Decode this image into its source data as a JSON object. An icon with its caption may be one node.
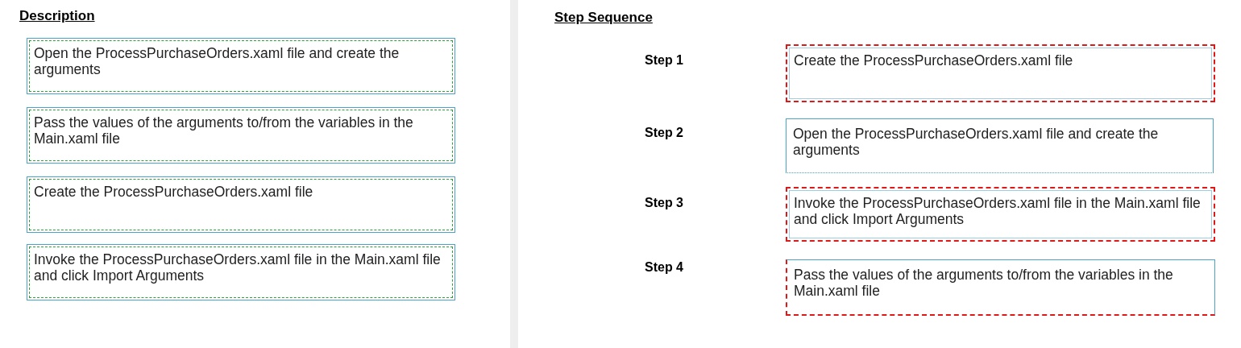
{
  "diagram": {
    "nodes": [
      {
        "text": [
          "Open the ProcessPurchaseOrders.xaml file and create the arguments"
        ]
      },
      {
        "text": [
          "Pass the values of the arguments to/from the variables in the Main.xaml file"
        ]
      },
      {
        "text": [
          "Create the ProcessPurchaseOrders.xaml file"
        ]
      },
      {
        "text": [
          "Invoke the ProcessPurchaseOrders.xaml file in the Main.xaml file and click Import Arguments"
        ]
      },
      {
        "text": [
          "Create the ProcessPurchaseOrders.xaml file"
        ]
      },
      {
        "text": [
          "Open the ProcessPurchaseOrders.xaml file and create the arguments"
        ]
      },
      {
        "text": [
          "Invoke the ProcessPurchaseOrders.xaml file in the Main.xaml file and click Import Arguments"
        ]
      },
      {
        "text": [
          "Pass the values of the arguments to/from the variables in the Main.xaml file"
        ]
      }
    ],
    "edges": [],
    "labels": [
      "Description",
      "Step Sequence",
      "Step 1",
      "Step 2",
      "Step 3",
      "Step 4"
    ]
  }
}
